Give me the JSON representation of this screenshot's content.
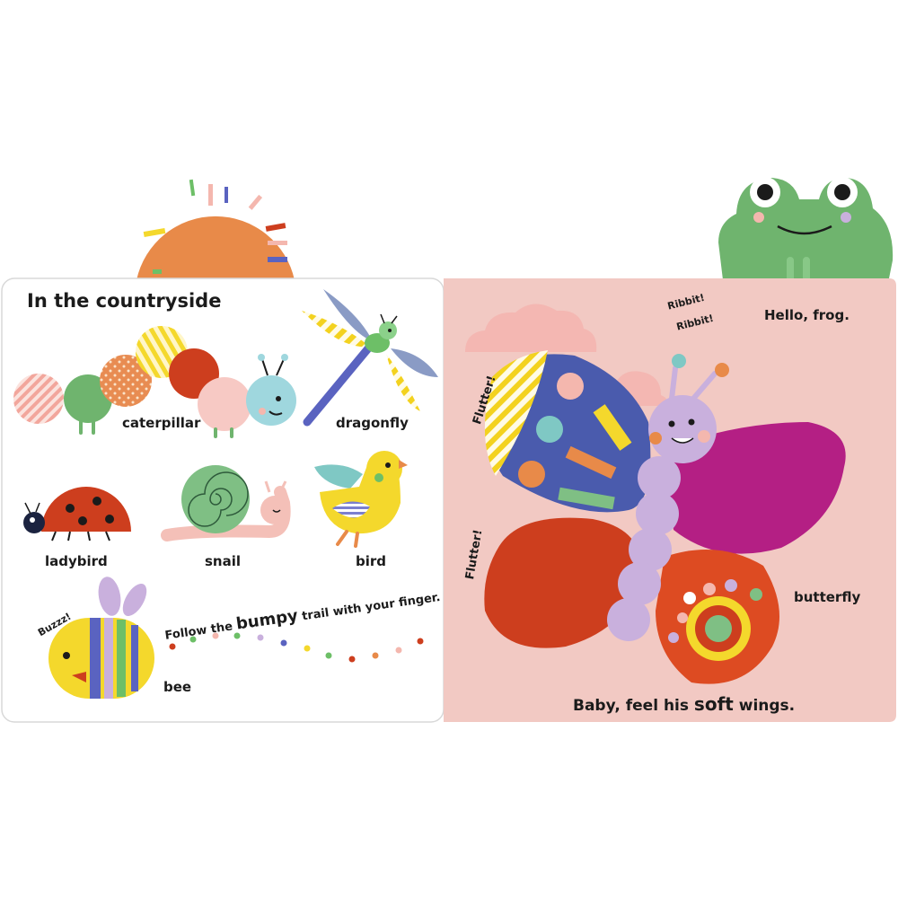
{
  "left_page": {
    "title": "In the countryside",
    "labels": {
      "caterpillar": "caterpillar",
      "dragonfly": "dragonfly",
      "ladybird": "ladybird",
      "snail": "snail",
      "bird": "bird",
      "bee": "bee"
    },
    "bee_sound": "Buzzz!",
    "trail_text": {
      "before": "Follow the",
      "emphasis": "bumpy",
      "after": "trail with your finger."
    }
  },
  "right_page": {
    "frog_sound_1": "Ribbit!",
    "frog_sound_2": "Ribbit!",
    "frog_greeting": "Hello, frog.",
    "flutter_1": "Flutter!",
    "flutter_2": "Flutter!",
    "butterfly_label": "butterfly",
    "caption": {
      "before": "Baby, feel his",
      "emphasis": "soft",
      "after": "wings."
    }
  },
  "colors": {
    "page_left": "#ffffff",
    "page_right": "#f2c9c3",
    "sun": "#e88a49",
    "frog": "#6fb46e",
    "butterfly_body": "#c9b0dd",
    "wing_blue": "#4a5bad",
    "wing_red": "#cd3e1e",
    "wing_magenta": "#b41f84"
  },
  "icons": [
    "sun-tab-icon",
    "frog-tab-icon",
    "caterpillar-icon",
    "dragonfly-icon",
    "ladybird-icon",
    "snail-icon",
    "bird-icon",
    "bee-icon",
    "butterfly-icon",
    "cloud-icon"
  ]
}
